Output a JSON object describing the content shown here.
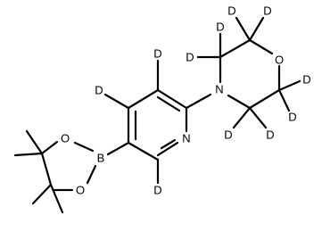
{
  "molecule": {
    "atoms": {
      "n_pyridine": "N",
      "n_morpholine": "N",
      "o_morpholine": "O",
      "boron": "B",
      "o_dioxaborolane_upper": "O",
      "o_dioxaborolane_lower": "O",
      "d_pyridine_c3": "D",
      "d_pyridine_c4": "D",
      "d_pyridine_c6": "D",
      "d_morph_c2_a": "D",
      "d_morph_c2_b": "D",
      "d_morph_c3_a": "D",
      "d_morph_c3_b": "D",
      "d_morph_c5_a": "D",
      "d_morph_c5_b": "D",
      "d_morph_c6_a": "D",
      "d_morph_c6_b": "D"
    }
  }
}
